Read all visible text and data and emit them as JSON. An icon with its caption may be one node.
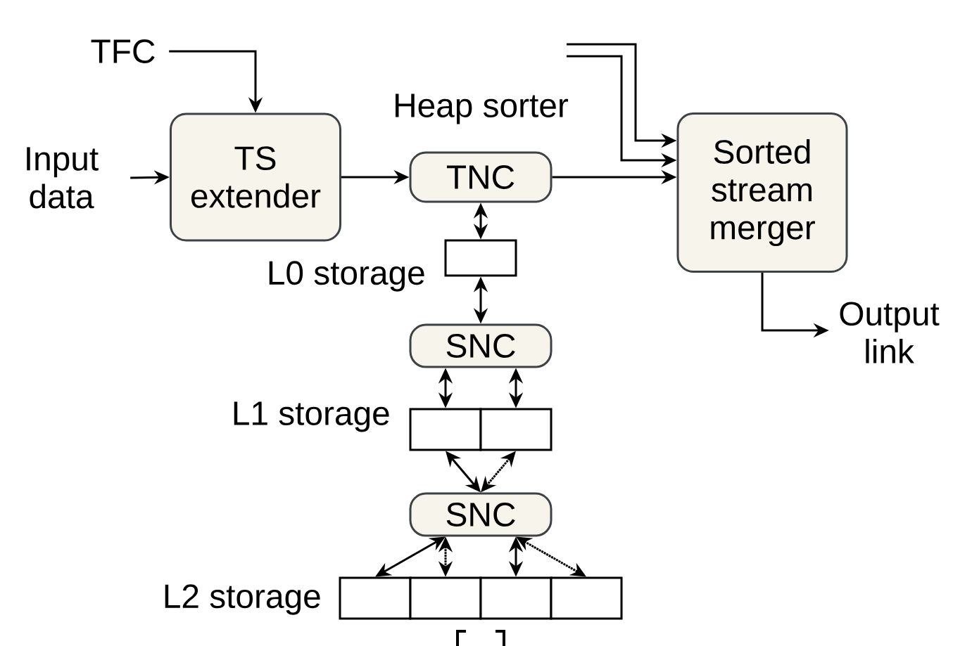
{
  "diagram": {
    "nodes": [
      {
        "text": [
          "TFC"
        ]
      },
      {
        "text": [
          "Input data"
        ]
      },
      {
        "text": [
          "TS extender"
        ]
      },
      {
        "text": [
          "TNC"
        ]
      },
      {
        "text": [
          "Sorted stream merger"
        ]
      },
      {
        "text": [
          "Output link"
        ]
      },
      {
        "text": [],
        "shape": "box",
        "beside": [
          "L0 storage"
        ]
      },
      {
        "text": [
          "SNC"
        ]
      },
      {
        "text": [],
        "shape": "box",
        "beside": [
          "L1 storage"
        ]
      },
      {
        "text": [],
        "shape": "box"
      },
      {
        "text": [
          "SNC"
        ]
      },
      {
        "text": [],
        "shape": "box",
        "beside": [
          "L2 storage"
        ]
      },
      {
        "text": [],
        "shape": "box"
      },
      {
        "text": [],
        "shape": "box"
      },
      {
        "text": [],
        "shape": "box"
      }
    ],
    "edges": [
      {
        "from": 0,
        "to": 2,
        "arrow": "to"
      },
      {
        "from": 1,
        "to": 2,
        "arrow": "to"
      },
      {
        "from": 2,
        "to": 3,
        "arrow": "to"
      },
      {
        "from": 3,
        "to": 4,
        "arrow": "to"
      },
      {
        "from": null,
        "to": 4,
        "arrow": "to"
      },
      {
        "from": null,
        "to": 4,
        "arrow": "to"
      },
      {
        "from": 4,
        "to": 5,
        "arrow": "to"
      },
      {
        "from": 3,
        "to": 6,
        "arrow": "both"
      },
      {
        "from": 6,
        "to": 7,
        "arrow": "both"
      },
      {
        "from": 7,
        "to": 8,
        "arrow": "both"
      },
      {
        "from": 7,
        "to": 9,
        "arrow": "both"
      },
      {
        "from": 8,
        "to": 10,
        "arrow": "both"
      },
      {
        "from": 9,
        "to": 10,
        "arrow": "both",
        "style": "dashed"
      },
      {
        "from": 10,
        "to": 11,
        "arrow": "both"
      },
      {
        "from": 10,
        "to": 12,
        "arrow": "both",
        "style": "dashed"
      },
      {
        "from": 10,
        "to": 13,
        "arrow": "both"
      },
      {
        "from": 10,
        "to": 14,
        "arrow": "both",
        "style": "dashed"
      }
    ],
    "labels": [
      "Heap sorter"
    ]
  }
}
